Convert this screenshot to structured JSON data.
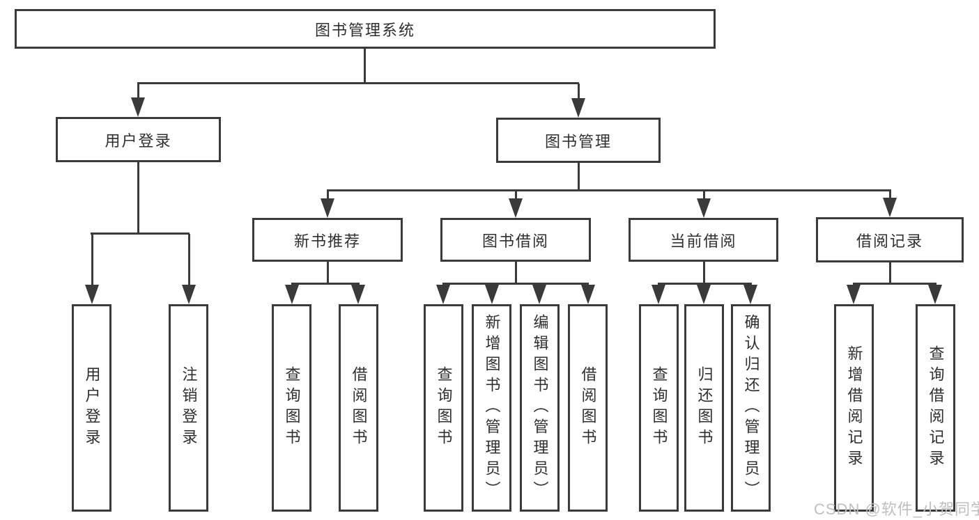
{
  "diagram": {
    "root": "图书管理系统",
    "user_login": {
      "label": "用户登录",
      "children": [
        "用户登录",
        "注销登录"
      ]
    },
    "book_mgmt": {
      "label": "图书管理"
    },
    "new_books": {
      "label": "新书推荐",
      "children": [
        "查询图书",
        "借阅图书"
      ]
    },
    "book_borrow": {
      "label": "图书借阅",
      "children": [
        "查询图书",
        "新增图书（管理员）",
        "编辑图书（管理员）",
        "借阅图书"
      ]
    },
    "current_borrow": {
      "label": "当前借阅",
      "children": [
        "查询图书",
        "归还图书",
        "确认归还（管理员）"
      ]
    },
    "borrow_records": {
      "label": "借阅记录",
      "children": [
        "新增借阅记录",
        "查询借阅记录"
      ]
    }
  },
  "watermark": "CSDN @软件_小贺同学",
  "colors": {
    "line": "#3a3a3a",
    "text": "#2f2f2f",
    "watermark": "#bfbfbf",
    "background": "#ffffff"
  }
}
